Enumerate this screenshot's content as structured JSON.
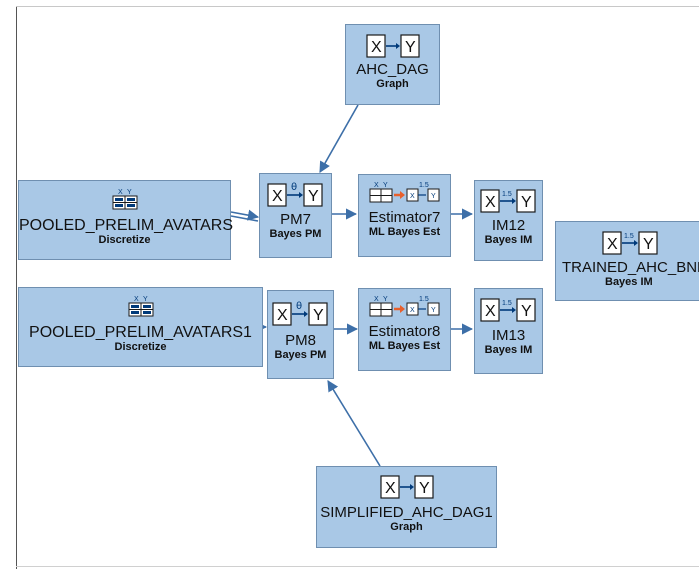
{
  "nodes": {
    "ahc_dag": {
      "title": "AHC_DAG",
      "subtitle": "Graph",
      "icon": "graph-icon"
    },
    "pooled": {
      "title": "POOLED_PRELIM_AVATARS",
      "subtitle": "Discretize",
      "icon": "discretize-icon"
    },
    "pooled1": {
      "title": "POOLED_PRELIM_AVATARS1",
      "subtitle": "Discretize",
      "icon": "discretize-icon"
    },
    "pm7": {
      "title": "PM7",
      "subtitle": "Bayes PM",
      "icon": "bayes-pm-icon"
    },
    "pm8": {
      "title": "PM8",
      "subtitle": "Bayes PM",
      "icon": "bayes-pm-icon"
    },
    "est7": {
      "title": "Estimator7",
      "subtitle": "ML Bayes Est",
      "icon": "estimator-icon"
    },
    "est8": {
      "title": "Estimator8",
      "subtitle": "ML Bayes Est",
      "icon": "estimator-icon"
    },
    "im12": {
      "title": "IM12",
      "subtitle": "Bayes IM",
      "icon": "bayes-im-icon"
    },
    "im13": {
      "title": "IM13",
      "subtitle": "Bayes IM",
      "icon": "bayes-im-icon"
    },
    "trained": {
      "title": "TRAINED_AHC_BNM",
      "subtitle": "Bayes IM",
      "icon": "bayes-im-icon"
    },
    "simplified": {
      "title": "SIMPLIFIED_AHC_DAG1",
      "subtitle": "Graph",
      "icon": "graph-icon"
    }
  },
  "icon_text": {
    "x": "X",
    "y": "Y",
    "theta": "θ",
    "param": "1.5"
  },
  "colors": {
    "node_fill": "#a9c8e6",
    "node_border": "#6f8fb0",
    "edge": "#3d6fa8",
    "estimator_arrow": "#e8602c"
  }
}
